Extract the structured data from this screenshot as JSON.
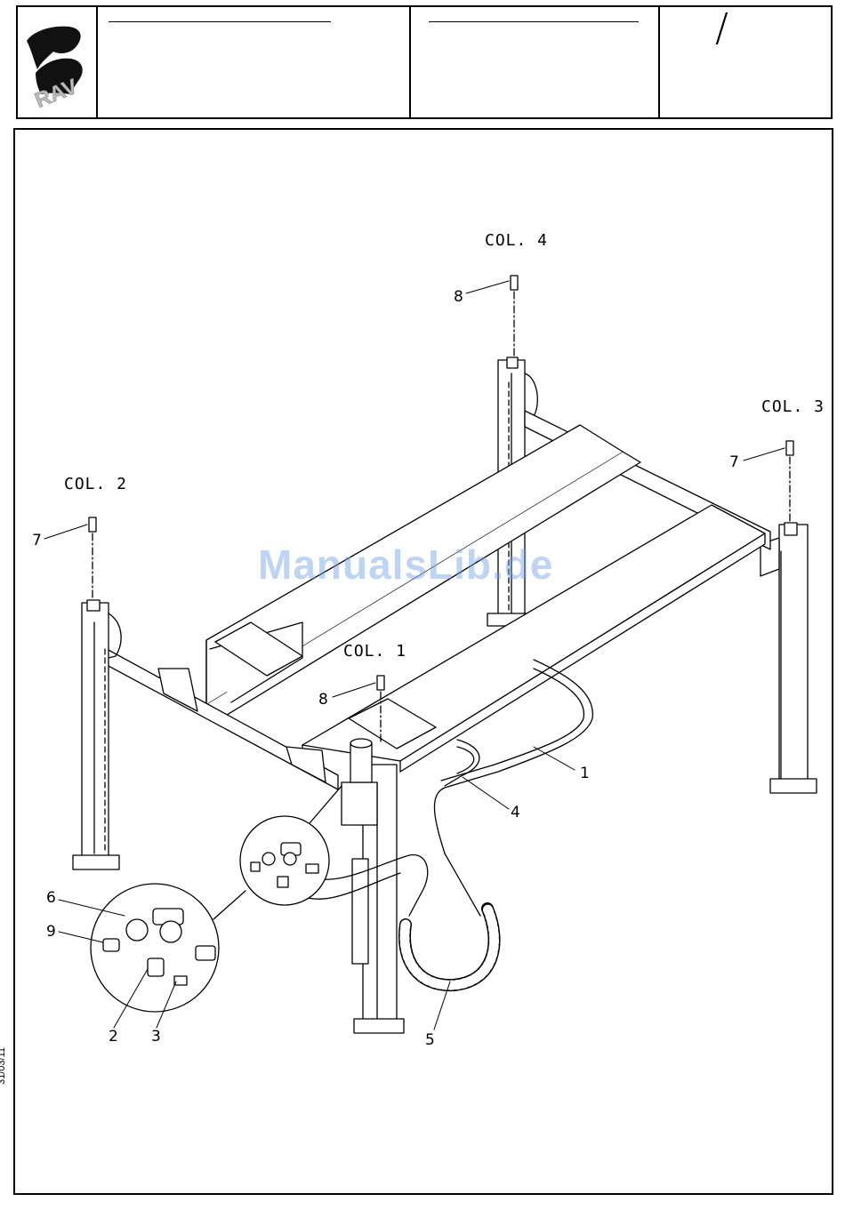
{
  "header": {
    "logo_text": "RAV",
    "slash_mark": "/"
  },
  "columns": {
    "col1": "COL. 1",
    "col2": "COL. 2",
    "col3": "COL. 3",
    "col4": "COL. 4"
  },
  "callouts": [
    "1",
    "2",
    "3",
    "4",
    "5",
    "6",
    "7",
    "8",
    "9"
  ],
  "watermark": "ManualsLib.de",
  "date": "31/03/11"
}
